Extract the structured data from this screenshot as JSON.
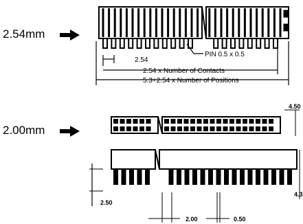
{
  "labels": {
    "pitch_254": "2.54mm",
    "pitch_200": "2.00mm"
  },
  "icons": {
    "arrow": "right-arrow-icon"
  },
  "dims_254": {
    "pitch": "2.54",
    "pin": "PIN 0.5 x 0.5",
    "contacts": "2.54 x Number of Contacts",
    "positions": "5.3+2.54 x Number of Positions"
  },
  "dims_200": {
    "height_top": "4.50",
    "height_side": "4.3",
    "height_left": "2.50",
    "pitch": "2.00",
    "pin": "0.50"
  }
}
